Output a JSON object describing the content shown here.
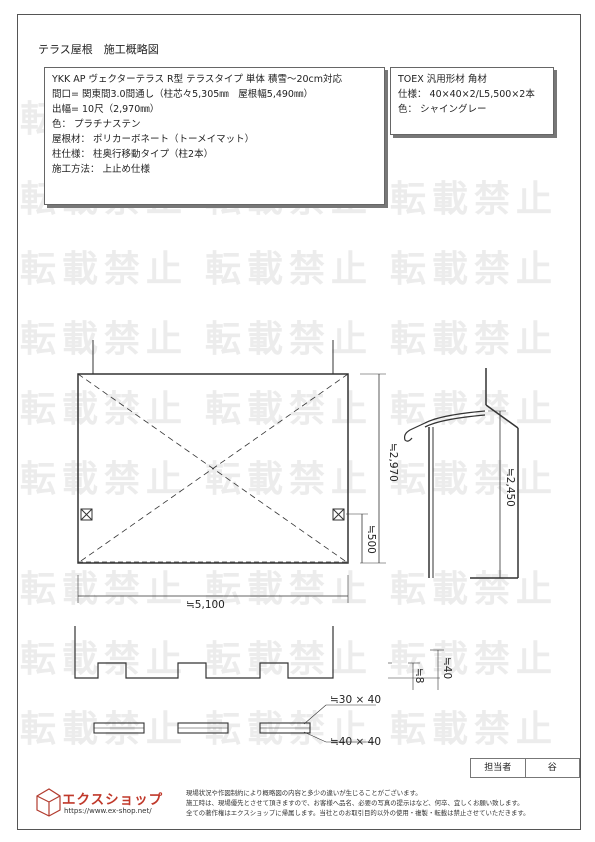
{
  "watermark": "転載禁止",
  "title": "テラス屋根　施工概略図",
  "spec": [
    "YKK AP ヴェクターテラス R型 テラスタイプ 単体 積雪〜20cm対応",
    "間口= 関東間3.0間通し（柱芯々5,305㎜　屋根幅5,490㎜）",
    "出幅= 10尺（2,970㎜）",
    "色： プラチナステン",
    "屋根材： ポリカーボネート（トーメイマット）",
    "柱仕様： 柱奥行移動タイプ（柱2本）",
    "施工方法： 上止め仕様"
  ],
  "material": [
    "TOEX 汎用形材 角材",
    "仕様： 40×40×2/L5,500×2本",
    "色： シャイングレー"
  ],
  "dims": {
    "depth": "≒2,970",
    "offset": "≒500",
    "width": "≒5,100",
    "height": "≒2,450",
    "step_small": "≒8",
    "step_large": "≒40",
    "bar_small": "≒30 × 40",
    "bar_large": "≒40 × 40"
  },
  "stamp": {
    "label": "担当者",
    "name": "谷"
  },
  "logo": {
    "name": "エクスショップ",
    "url": "https://www.ex-shop.net/"
  },
  "disclaimer": [
    "現場状況や作図制約により概略図の内容と多少の違いが生じることがございます。",
    "施工時は、現場優先とさせて頂きますので、お客様へ品名、必要の写真の提示はなど、何卒、宜しくお願い致します。",
    "全ての著作権はエクスショップに帰属します。当社とのお取引目的以外の使用・複製・転載は禁止させていただきます。"
  ]
}
